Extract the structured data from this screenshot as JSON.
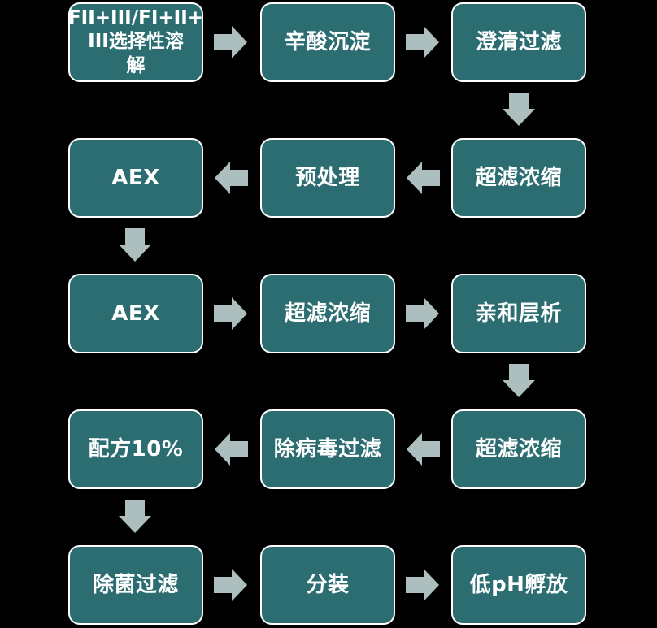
{
  "diagram": {
    "type": "flowchart",
    "colors": {
      "background": "#000000",
      "node_fill": "#2b6d71",
      "node_border": "#ffffff",
      "node_text": "#ffffff",
      "arrow": "#acbebd"
    },
    "nodes": [
      {
        "label": "FII+III/FI+II+\nIII选择性溶\n解"
      },
      {
        "label": "辛酸沉淀"
      },
      {
        "label": "澄清过滤"
      },
      {
        "label": "超滤浓缩"
      },
      {
        "label": "预处理"
      },
      {
        "label": "AEX"
      },
      {
        "label": "AEX"
      },
      {
        "label": "超滤浓缩"
      },
      {
        "label": "亲和层析"
      },
      {
        "label": "超滤浓缩"
      },
      {
        "label": "除病毒过滤"
      },
      {
        "label": "配方10%"
      },
      {
        "label": "除菌过滤"
      },
      {
        "label": "分装"
      },
      {
        "label": "低pH孵放"
      }
    ],
    "edges": [
      {
        "from": 0,
        "to": 1,
        "direction": "right"
      },
      {
        "from": 1,
        "to": 2,
        "direction": "right"
      },
      {
        "from": 2,
        "to": 3,
        "direction": "down"
      },
      {
        "from": 3,
        "to": 4,
        "direction": "left"
      },
      {
        "from": 4,
        "to": 5,
        "direction": "left"
      },
      {
        "from": 5,
        "to": 6,
        "direction": "down"
      },
      {
        "from": 6,
        "to": 7,
        "direction": "right"
      },
      {
        "from": 7,
        "to": 8,
        "direction": "right"
      },
      {
        "from": 8,
        "to": 9,
        "direction": "down"
      },
      {
        "from": 9,
        "to": 10,
        "direction": "left"
      },
      {
        "from": 10,
        "to": 11,
        "direction": "left"
      },
      {
        "from": 11,
        "to": 12,
        "direction": "down"
      },
      {
        "from": 12,
        "to": 13,
        "direction": "right"
      },
      {
        "from": 13,
        "to": 14,
        "direction": "right"
      }
    ]
  }
}
